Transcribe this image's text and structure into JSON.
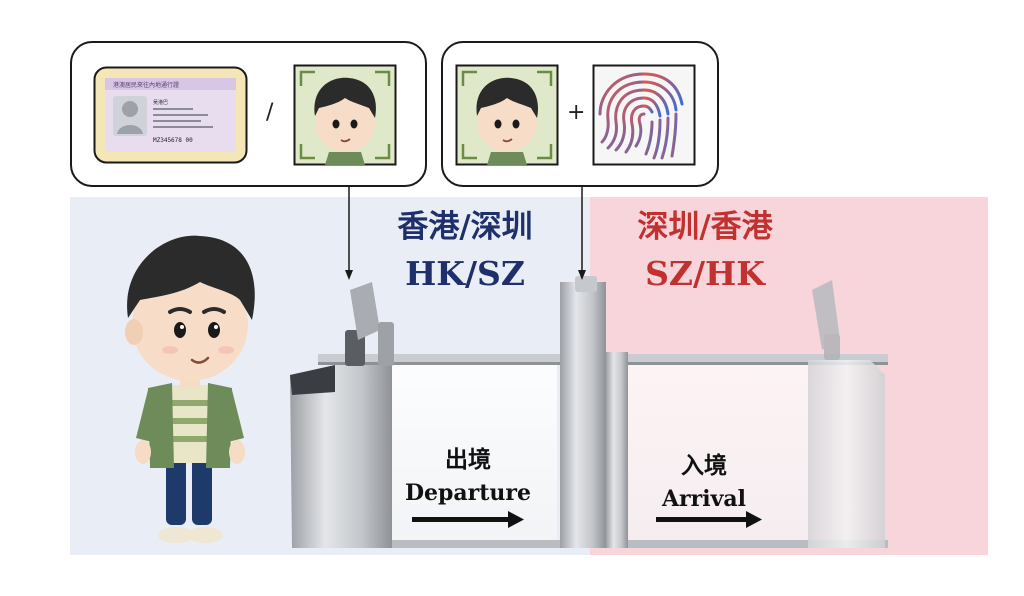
{
  "verification_options": {
    "left_operator": "/",
    "right_operator": "+"
  },
  "id_card": {
    "header_text": "港澳居民來往內地通行證",
    "name_text": "吴港巴",
    "number_text": "MZ345678 00"
  },
  "locations": {
    "departure_side": {
      "zh": "香港/深圳",
      "en": "HK/SZ"
    },
    "arrival_side": {
      "zh": "深圳/香港",
      "en": "SZ/HK"
    }
  },
  "directions": {
    "departure": {
      "zh": "出境",
      "en": "Departure"
    },
    "arrival": {
      "zh": "入境",
      "en": "Arrival"
    }
  },
  "colors": {
    "hk_label": "#1f2f6b",
    "sz_label": "#c0312f",
    "left_zone": "#e9eef6",
    "right_zone": "#f8d5da"
  },
  "icons": [
    "id-card-icon",
    "face-scan-icon",
    "fingerprint-icon"
  ]
}
